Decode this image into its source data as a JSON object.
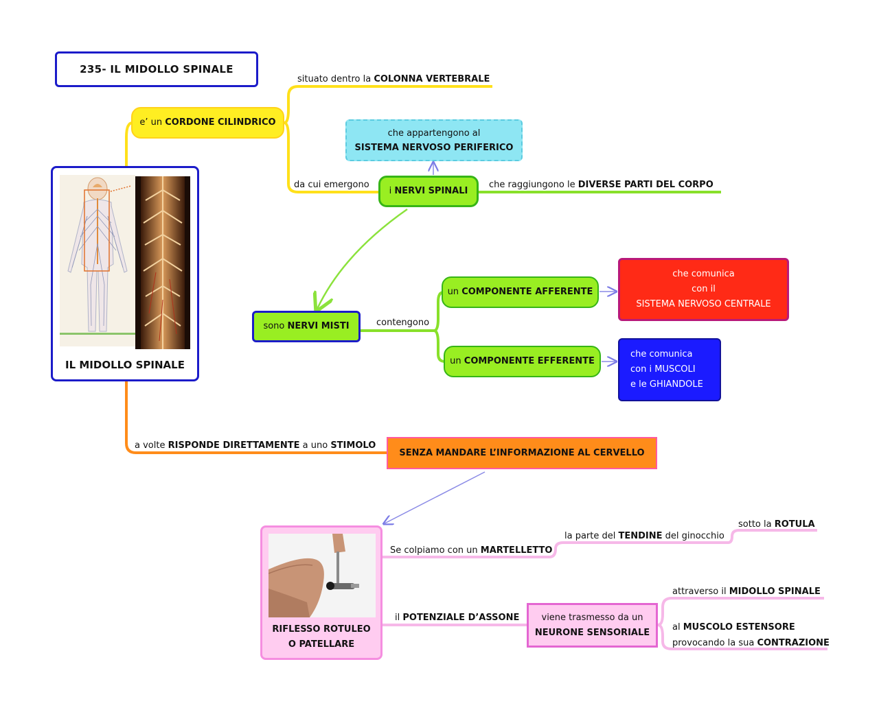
{
  "title": "235- IL MIDOLLO SPINALE",
  "main_node": {
    "label": "IL MIDOLLO SPINALE"
  },
  "cylindrical": {
    "pre": "e’ un ",
    "bold": "CORDONE CILINDRICO"
  },
  "column_label": {
    "pre": "situato dentro la ",
    "bold": "COLONNA VERTEBRALE"
  },
  "emerge_label": "da cui emergono",
  "nerves_node": {
    "pre": "i ",
    "bold": "NERVI SPINALI"
  },
  "periferico": {
    "line1": "che appartengono al",
    "line2": "SISTEMA NERVOSO PERIFERICO"
  },
  "parts_label": {
    "pre": "che raggiungono le ",
    "bold": "DIVERSE PARTI DEL CORPO"
  },
  "misti_node": {
    "pre": "sono ",
    "bold": "NERVI MISTI"
  },
  "contengono_label": "contengono",
  "afferente": {
    "pre": "un ",
    "bold": "COMPONENTE AFFERENTE"
  },
  "efferente": {
    "pre": "un ",
    "bold": "COMPONENTE EFFERENTE"
  },
  "centrale": {
    "line1": "che comunica",
    "line2": "con il",
    "line3": "SISTEMA NERVOSO CENTRALE"
  },
  "muscoli": {
    "line1": "che comunica",
    "line2_pre": "con i ",
    "line2_bold": "MUSCOLI",
    "line3_pre": "e le ",
    "line3_bold": "GHIANDOLE"
  },
  "stimolo_label": {
    "p1": "a volte ",
    "b1": "RISPONDE DIRETTAMENTE",
    "p2": " a uno ",
    "b2": "STIMOLO"
  },
  "senza_node": "SENZA MANDARE L’INFORMAZIONE AL CERVELLO",
  "riflesso_node": {
    "line1": "RIFLESSO ROTULEO",
    "line2": "O PATELLARE"
  },
  "martelletto_label": {
    "pre": "Se colpiamo con un ",
    "bold": "MARTELLETTO"
  },
  "tendine_label": {
    "pre": "la parte del ",
    "bold": "TENDINE",
    "post": " del ginocchio"
  },
  "rotula_label": {
    "pre": "sotto la ",
    "bold": "ROTULA"
  },
  "potenziale_label": {
    "pre": "il ",
    "bold": "POTENZIALE D’ASSONE"
  },
  "neurone_node": {
    "line1": "viene trasmesso da un",
    "line2": "NEURONE SENSORIALE"
  },
  "attraverso_label": {
    "pre": "attraverso il ",
    "bold": "MIDOLLO SPINALE"
  },
  "muscolo_label": {
    "pre": "al ",
    "bold": "MUSCOLO ESTENSORE"
  },
  "contrazione_label": {
    "pre": "provocando la sua ",
    "bold": "CONTRAZIONE"
  },
  "colors": {
    "yellow": "#ffee22",
    "yellow_line": "#ffe01a",
    "green": "#99ee22",
    "green_line": "#88e02a",
    "cyan": "#8ee6f3",
    "red": "#ff2a16",
    "blue": "#1b1bff",
    "orange": "#ff8c1a",
    "pink": "#ffccf0",
    "pink_line": "#f6b8e8",
    "navy": "#1b1bc9",
    "arrow": "#8a8ae6"
  }
}
